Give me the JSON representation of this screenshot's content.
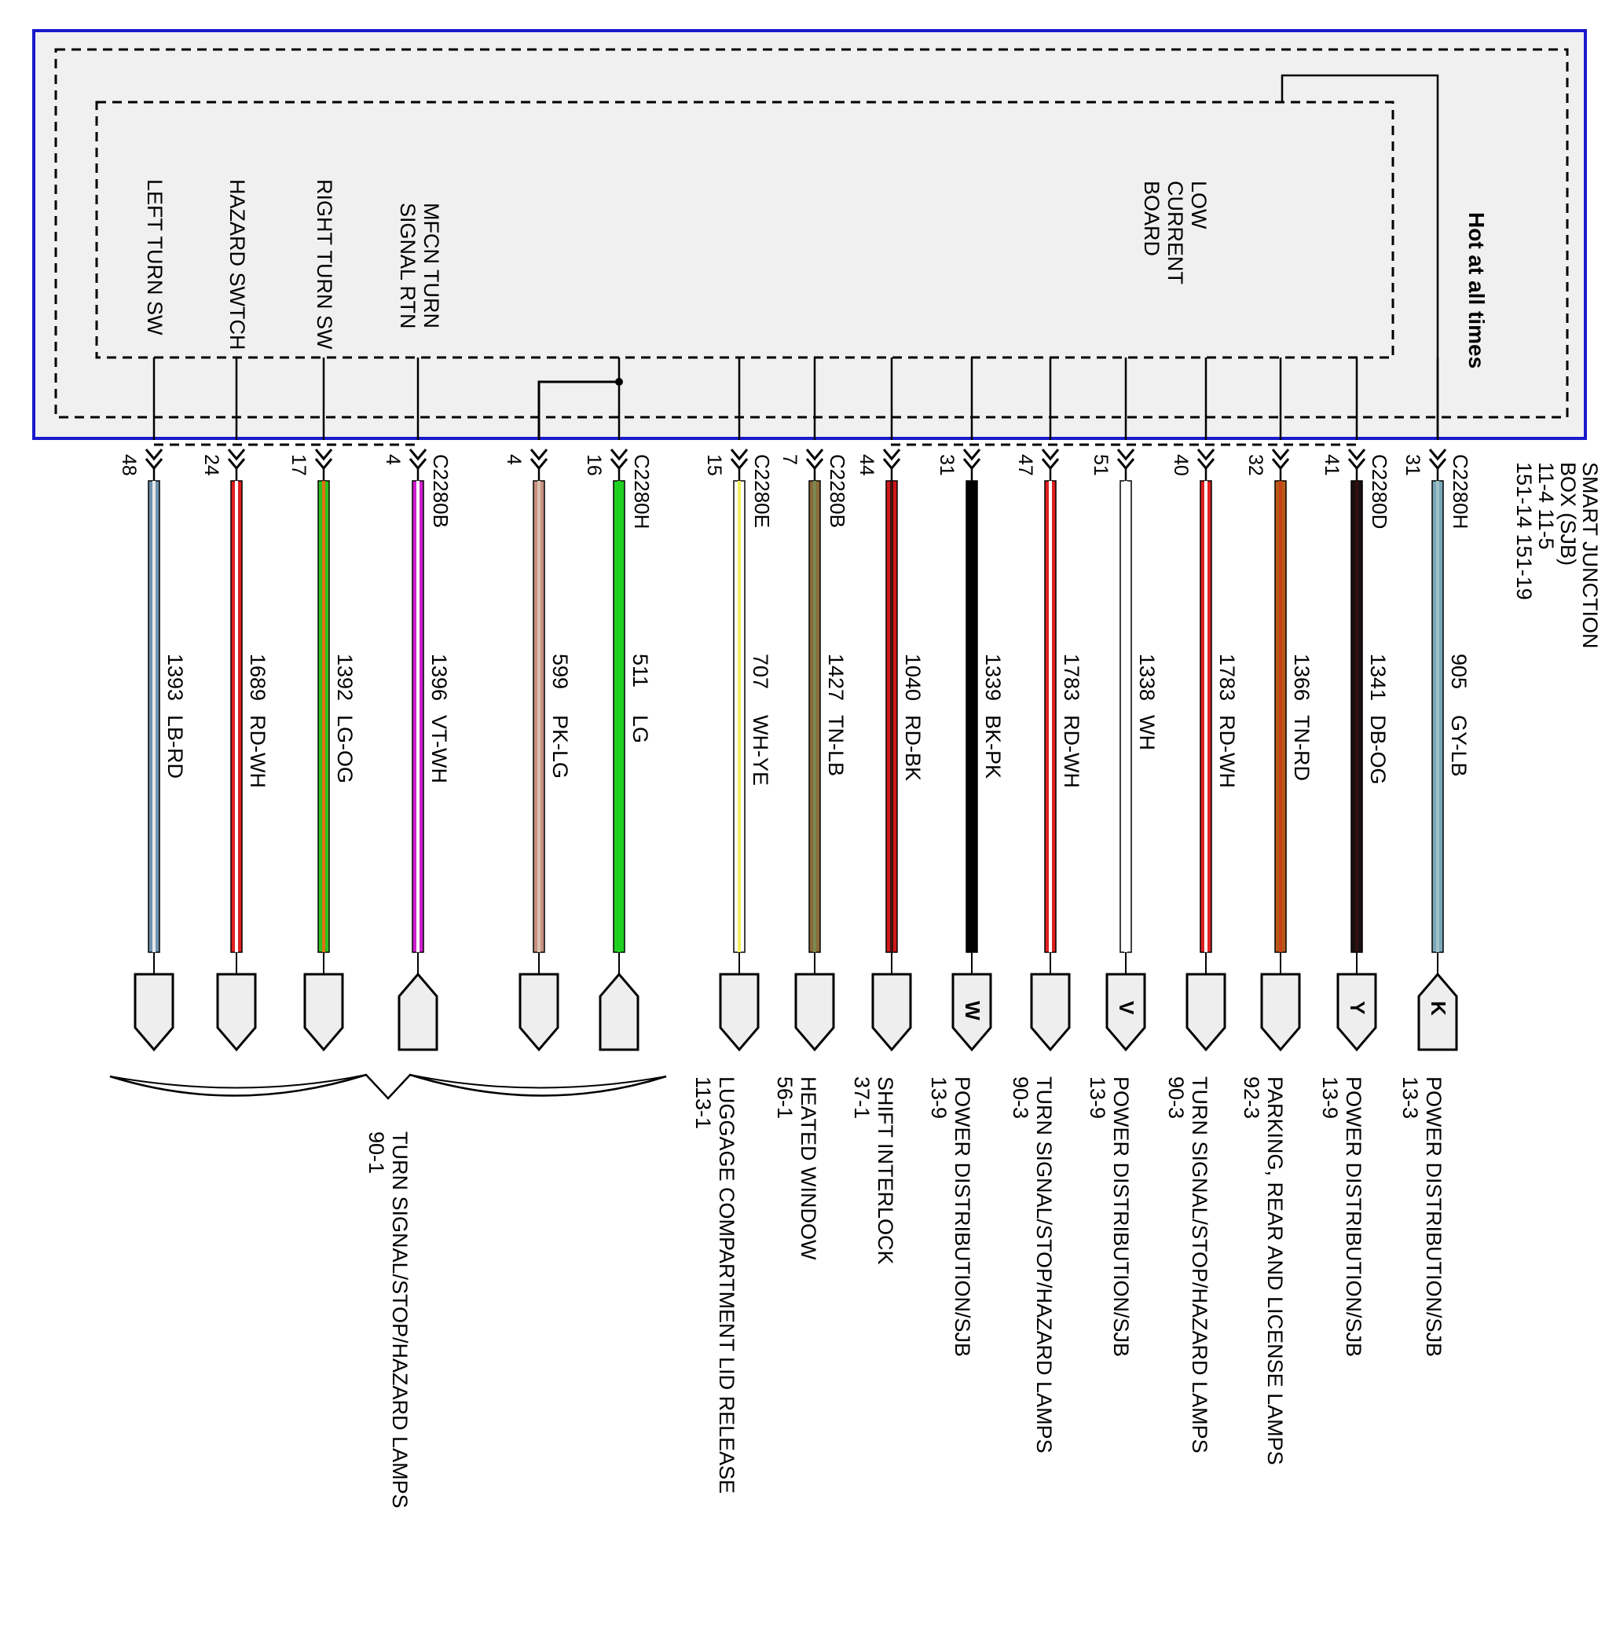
{
  "module": {
    "name_lines": [
      "SMART JUNCTION",
      "BOX (SJB)"
    ],
    "ref_lines": [
      "11-4      11-5",
      "151-14     151-19"
    ]
  },
  "internal": {
    "board_lines": [
      "LOW",
      "CURRENT",
      "BOARD"
    ],
    "hot_label": "Hot at all times",
    "left_labels": [
      [
        "LEFT TURN SW"
      ],
      [
        "HAZARD SWTCH"
      ],
      [
        "RIGHT TURN SW"
      ],
      [
        "MFCN TURN",
        "SIGNAL RTN"
      ]
    ]
  },
  "wires": [
    {
      "pin": "48",
      "connector": "",
      "circuit": "1393",
      "color": "LB-RD",
      "stripe": [
        "#6f93b0",
        "#e8e8e8"
      ],
      "terminal": "down",
      "letter": ""
    },
    {
      "pin": "24",
      "connector": "",
      "circuit": "1689",
      "color": "RD-WH",
      "stripe": [
        "#e02020",
        "#ffffff"
      ],
      "terminal": "down",
      "letter": ""
    },
    {
      "pin": "17",
      "connector": "",
      "circuit": "1392",
      "color": "LG-OG",
      "stripe": [
        "#30c020",
        "#e07010"
      ],
      "terminal": "down",
      "letter": ""
    },
    {
      "pin": "4",
      "connector": "C2280B",
      "circuit": "1396",
      "color": "VT-WH",
      "stripe": [
        "#d020d0",
        "#ffffff"
      ],
      "terminal": "up",
      "letter": ""
    },
    {
      "pin": "4",
      "connector": "",
      "circuit": "599",
      "color": "PK-LG",
      "stripe": [
        "#c89080",
        "#d8c0b0"
      ],
      "terminal": "down",
      "letter": ""
    },
    {
      "pin": "16",
      "connector": "C2280H",
      "circuit": "511",
      "color": "LG",
      "stripe": [
        "#20d020",
        "#20d020"
      ],
      "terminal": "up",
      "letter": ""
    },
    {
      "pin": "15",
      "connector": "C2280E",
      "circuit": "707",
      "color": "WH-YE",
      "stripe": [
        "#ffffff",
        "#f0f060"
      ],
      "terminal": "down",
      "letter": ""
    },
    {
      "pin": "7",
      "connector": "C2280B",
      "circuit": "1427",
      "color": "TN-LB",
      "stripe": [
        "#8a6a3a",
        "#7a8a50"
      ],
      "terminal": "down",
      "letter": ""
    },
    {
      "pin": "44",
      "connector": "",
      "circuit": "1040",
      "color": "RD-BK",
      "stripe": [
        "#d01818",
        "#401010"
      ],
      "terminal": "down",
      "letter": ""
    },
    {
      "pin": "31",
      "connector": "",
      "circuit": "1339",
      "color": "BK-PK",
      "stripe": [
        "#000000",
        "#000000"
      ],
      "terminal": "down",
      "letter": "W"
    },
    {
      "pin": "47",
      "connector": "",
      "circuit": "1783",
      "color": "RD-WH",
      "stripe": [
        "#e02020",
        "#ffffff"
      ],
      "terminal": "down",
      "letter": ""
    },
    {
      "pin": "51",
      "connector": "",
      "circuit": "1338",
      "color": "WH",
      "stripe": [
        "#ffffff",
        "#ffffff"
      ],
      "terminal": "down",
      "letter": "V"
    },
    {
      "pin": "40",
      "connector": "",
      "circuit": "1783",
      "color": "RD-WH",
      "stripe": [
        "#e02020",
        "#ffffff"
      ],
      "terminal": "down",
      "letter": ""
    },
    {
      "pin": "32",
      "connector": "",
      "circuit": "1366",
      "color": "TN-RD",
      "stripe": [
        "#b85a18",
        "#c84018"
      ],
      "terminal": "down",
      "letter": ""
    },
    {
      "pin": "41",
      "connector": "C2280D",
      "circuit": "1341",
      "color": "DB-OG",
      "stripe": [
        "#1a1010",
        "#301010"
      ],
      "terminal": "down",
      "letter": "Y"
    },
    {
      "pin": "31",
      "connector": "C2280H",
      "circuit": "905",
      "color": "GY-LB",
      "stripe": [
        "#7aa8b8",
        "#a0c0c8"
      ],
      "terminal": "up",
      "letter": "K"
    }
  ],
  "destinations": [
    {
      "lines": [
        "TURN SIGNAL/STOP/HAZARD LAMPS",
        "90-1"
      ]
    },
    {
      "lines": [
        "LUGGAGE COMPARTMENT LID RELEASE",
        "113-1"
      ]
    },
    {
      "lines": [
        "HEATED WINDOW",
        "56-1"
      ]
    },
    {
      "lines": [
        "SHIFT INTERLOCK",
        "37-1"
      ]
    },
    {
      "lines": [
        "POWER DISTRIBUTION/SJB",
        "13-9"
      ]
    },
    {
      "lines": [
        "TURN SIGNAL/STOP/HAZARD LAMPS",
        "90-3"
      ]
    },
    {
      "lines": [
        "POWER DISTRIBUTION/SJB",
        "13-9"
      ]
    },
    {
      "lines": [
        "TURN SIGNAL/STOP/HAZARD LAMPS",
        "90-3"
      ]
    },
    {
      "lines": [
        "PARKING, REAR AND LICENSE LAMPS",
        "92-3"
      ]
    },
    {
      "lines": [
        "POWER DISTRIBUTION/SJB",
        "13-9"
      ]
    },
    {
      "lines": [
        "POWER DISTRIBUTION/SJB",
        "13-3"
      ]
    }
  ],
  "colors": {
    "module_border": "#1a1acc",
    "module_fill": "#f0f0f0",
    "terminal_fill": "#eeeeee"
  }
}
